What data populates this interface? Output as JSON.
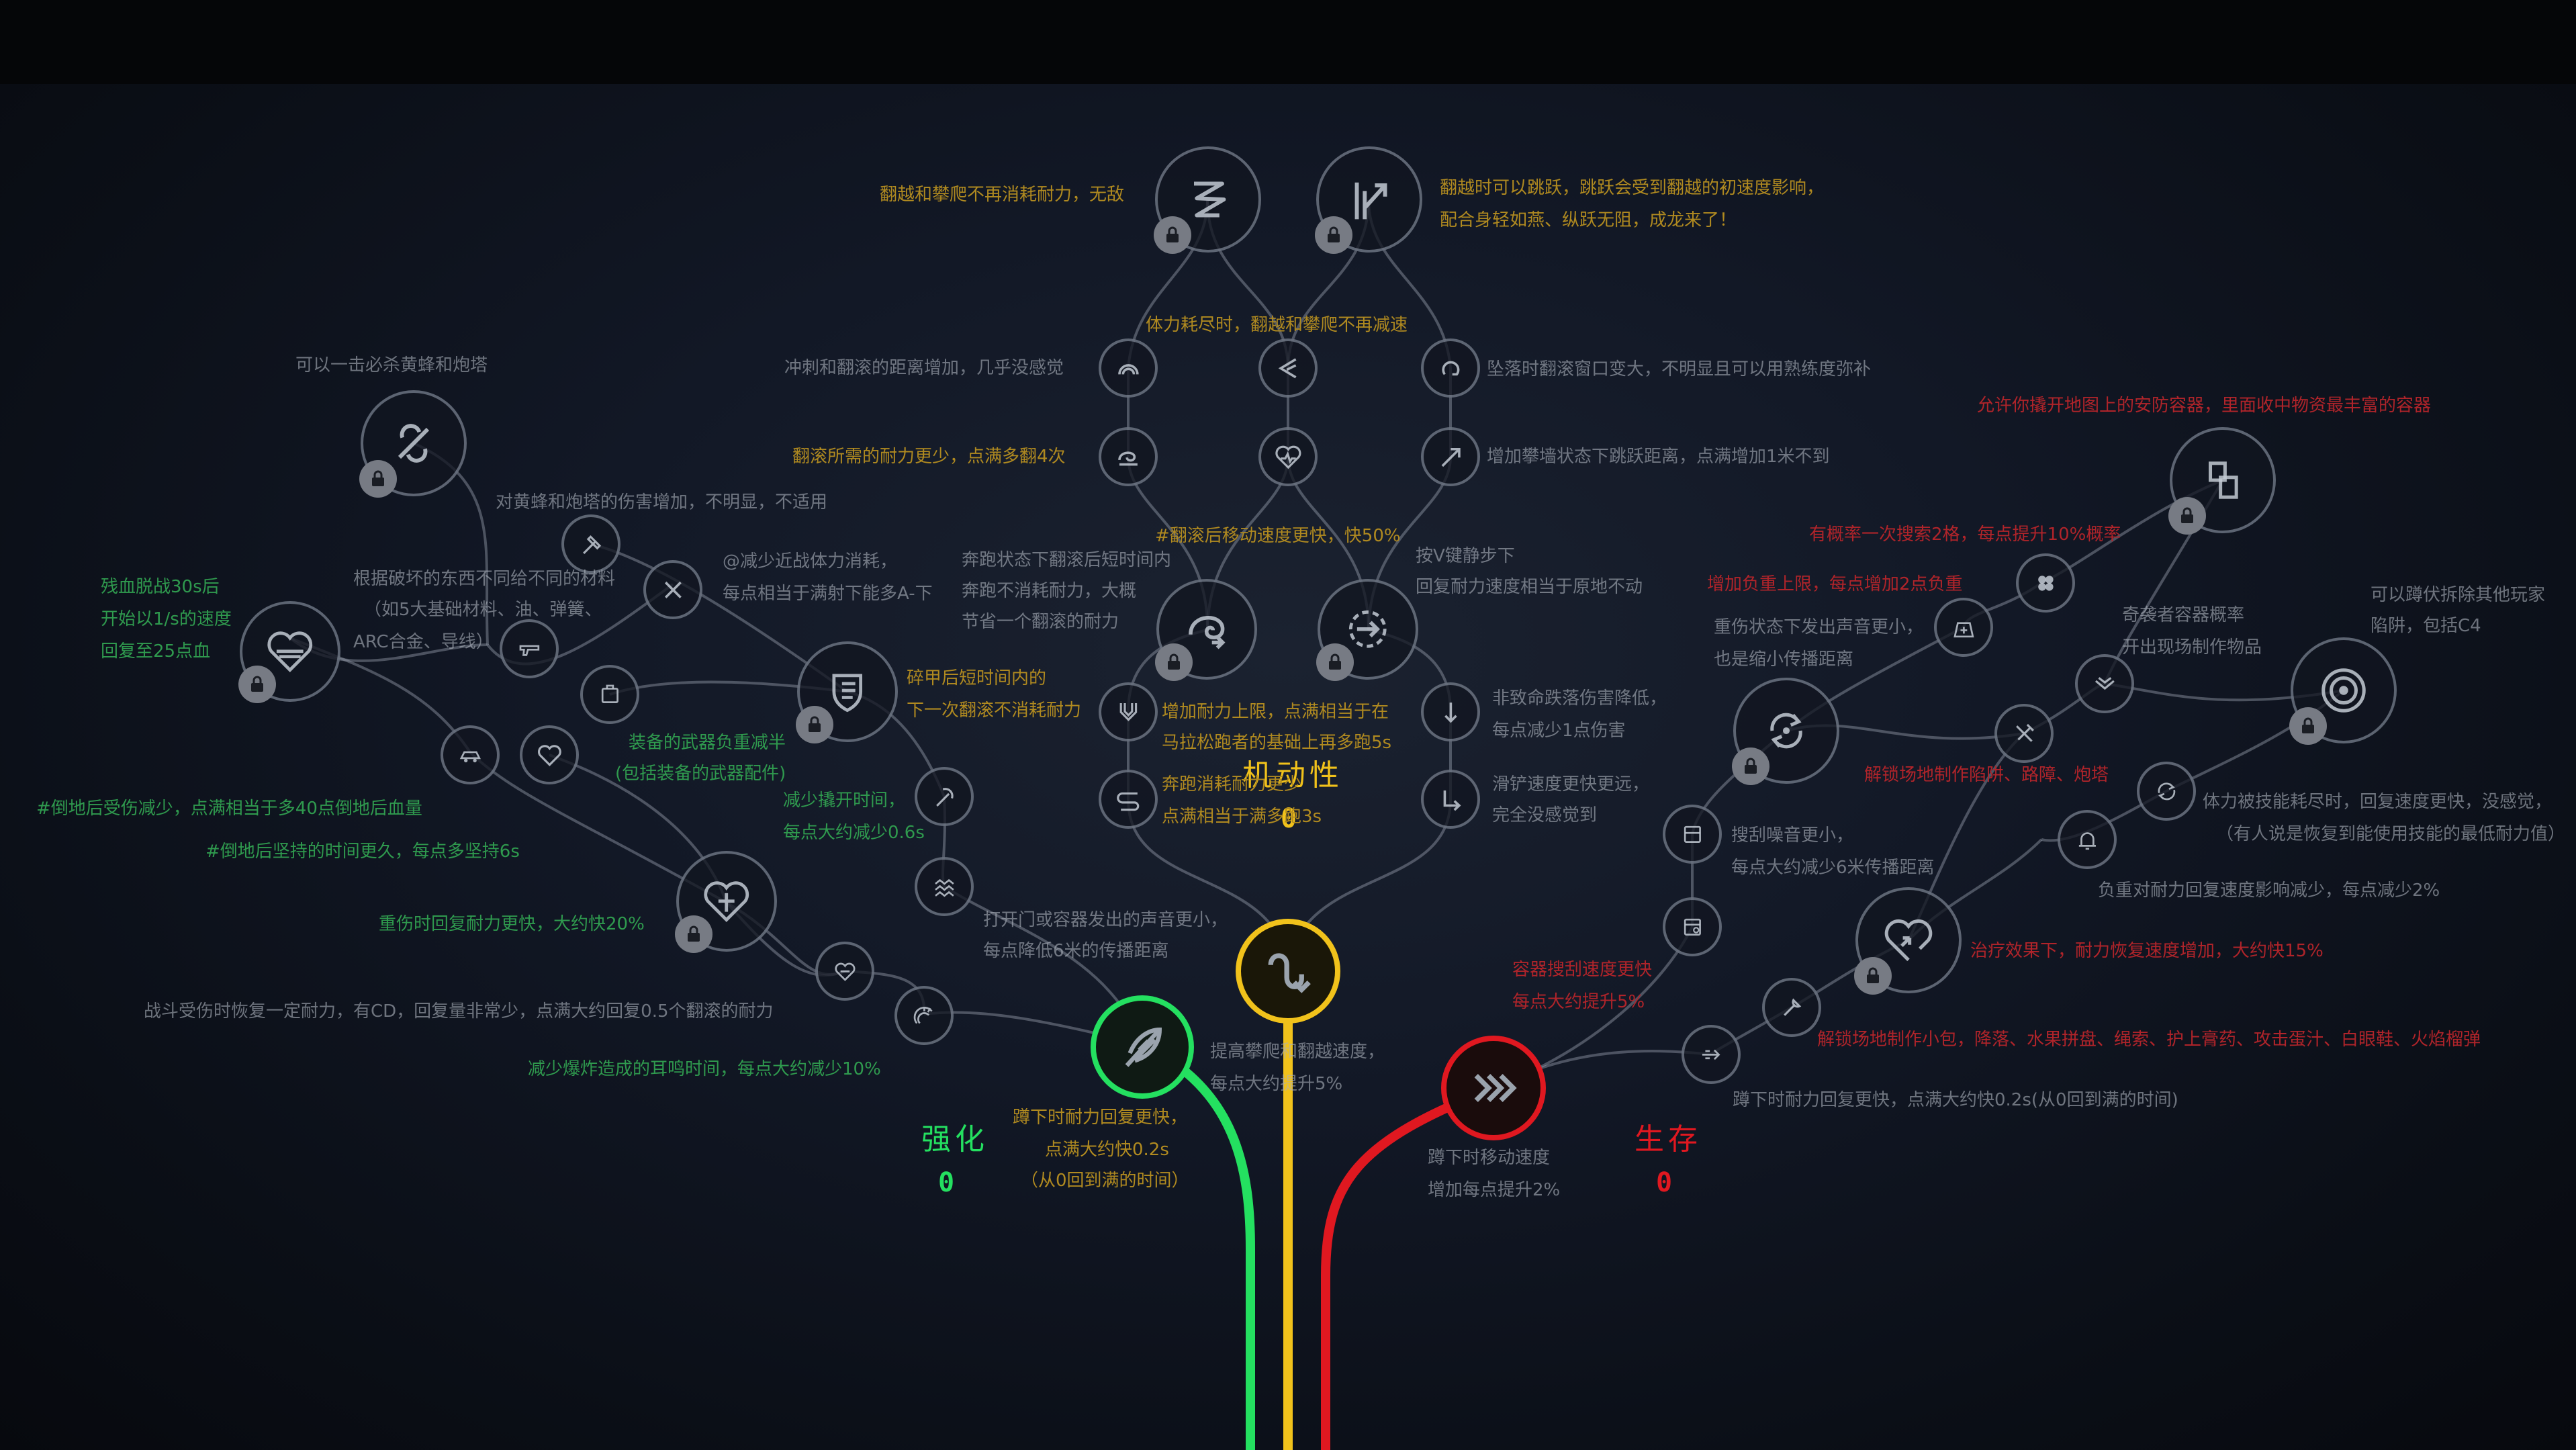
{
  "colors": {
    "green": "#24e060",
    "yellow": "#f1c21b",
    "red": "#e01820",
    "text_grey": "#aab0ba",
    "text_yellow": "#b08a20",
    "text_red": "#b0242a",
    "text_green": "#2f9a4e"
  },
  "branches": {
    "strength": {
      "name": "强化",
      "points": "0"
    },
    "mobility": {
      "name": "机动性",
      "points": "0"
    },
    "survival": {
      "name": "生存",
      "points": "0"
    }
  },
  "icons": {
    "root_strength": "feather-icon",
    "root_mobility": "curved-arrow-icon",
    "root_survival": "dash-arrows-icon",
    "climb": "zigzag-icon",
    "jump_climb": "jump-arrow-icon",
    "hp_regen": "heart-icon",
    "thick_shield": "shield-icon",
    "kill_bees": "bee-strike-icon",
    "heart_shield": "heart-shield-icon",
    "run_roll": "roll-arrow-icon",
    "stamina_recover": "dash-circle-icon",
    "revive": "heart-revive-icon",
    "heart_arrow": "heart-arrow-icon",
    "bags": "bags-icon",
    "target": "target-icon"
  },
  "labels": {
    "climb": "翻越和攀爬不再消耗耐力，无敌",
    "jump_climb_1": "翻越时可以跳跃，跳跃会受到翻越的初速度影响，",
    "jump_climb_2": "配合身轻如燕、纵跃无阻，成龙来了！",
    "stamina_out": "体力耗尽时，翻越和攀爬不再减速",
    "dash_roll": "冲刺和翻滚的距离增加，几乎没感觉",
    "fall_roll": "坠落时翻滚窗口变大，不明显且可以用熟练度弥补",
    "roll_cost": "翻滚所需的耐力更少，点满多翻4次",
    "climb_jump": "增加攀墙状态下跳跃距离，点满增加1米不到",
    "after_roll": "#翻滚后移动速度更快，快50%",
    "crouch_v_1": "按V键静步下",
    "crouch_v_2": "回复耐力速度相当于原地不动",
    "run_roll_1": "奔跑状态下翻滚后短时间内",
    "run_roll_2": "奔跑不消耗耐力，大概",
    "run_roll_3": "节省一个翻滚的耐力",
    "melee_1": "@减少近战体力消耗，",
    "melee_2": "每点相当于满射下能多A-下",
    "armor_break_1": "碎甲后短时间内的",
    "armor_break_2": "下一次翻滚不消耗耐力",
    "stamina_cap_1": "增加耐力上限，点满相当于在",
    "stamina_cap_2": "马拉松跑者的基础上再多跑5s",
    "run_cost_1": "奔跑消耗耐力更少",
    "run_cost_2": "点满相当于满多跑3s",
    "fall_dmg_1": "非致命跌落伤害降低，",
    "fall_dmg_2": "每点减少1点伤害",
    "slide_1": "滑铲速度更快更远，",
    "slide_2": "完全没感觉到",
    "open_door_1": "打开门或容器发出的声音更小，",
    "open_door_2": "每点降低6米的传播距离",
    "root_mob_1": "提高攀爬和翻越速度，",
    "root_mob_2": "每点大约提升5%",
    "kill_bees": "可以一击必杀黄蜂和炮塔",
    "bee_dmg": "对黄蜂和炮塔的伤害增加，不明显，不适用",
    "material_1": "根据破坏的东西不同给不同的材料",
    "material_2": "（如5大基础材料、油、弹簧、",
    "material_3": "ARC合金、导线）",
    "hp_regen_1": "残血脱战30s后",
    "hp_regen_2": "开始以1/s的速度",
    "hp_regen_3": "回复至25点血",
    "weapon_weight_1": "装备的武器负重减半",
    "weapon_weight_2": "(包括装备的武器配件)",
    "stagger_1": "减少撬开时间，",
    "stagger_2": "每点大约减少0.6s",
    "downed_dmg": "#倒地后受伤减少，点满相当于多40点倒地后血量",
    "downed_time": "#倒地后坚持的时间更久，每点多坚持6s",
    "heavy_regen": "重伤时回复耐力更快，大约快20%",
    "combat_regen": "战斗受伤时恢复一定耐力，有CD，回复量非常少，点满大约回复0.5个翻滚的耐力",
    "blast": "减少爆炸造成的耳鸣时间，每点大约减少10%",
    "root_str_1": "蹲下时耐力回复更快，",
    "root_str_2": "点满大约快0.2s",
    "root_str_3": "（从0回到满的时间）",
    "safe_pocket": "允许你撬开地图上的安防容器，里面收中物资最丰富的容器",
    "double_loot": "有概率一次搜索2格，每点提升10%概率",
    "carry_weight": "增加负重上限，每点增加2点负重",
    "heavy_noise_1": "重伤状态下发出声音更小，",
    "heavy_noise_2": "也是缩小传播距离",
    "scavenger_1": "奇袭者容器概率",
    "scavenger_2": "开出现场制作物品",
    "disarm_1": "可以蹲伏拆除其他玩家",
    "disarm_2": "陷阱，包括C4",
    "craft_trap": "解锁场地制作陷阱、路障、炮塔",
    "stamina_skill_1": "体力被技能耗尽时，回复速度更快，没感觉，",
    "stamina_skill_2": "（有人说是恢复到能使用技能的最低耐力值）",
    "search_noise_1": "搜刮噪音更小，",
    "search_noise_2": "每点大约减少6米传播距离",
    "weight_regen": "负重对耐力回复速度影响减少，每点减少2%",
    "container_speed_1": "容器搜刮速度更快",
    "container_speed_2": "每点大约提升5%",
    "heal_effect": "治疗效果下，耐力恢复速度增加，大约快15%",
    "field_craft": "解锁场地制作小包，降落、水果拼盘、绳索、护上膏药、攻击蛋汁、白眼鞋、火焰榴弹",
    "crouch_regen": "蹲下时耐力回复更快，点满大约快0.2s(从0回到满的时间)",
    "root_surv_1": "蹲下时移动速度",
    "root_surv_2": "增加每点提升2%"
  }
}
